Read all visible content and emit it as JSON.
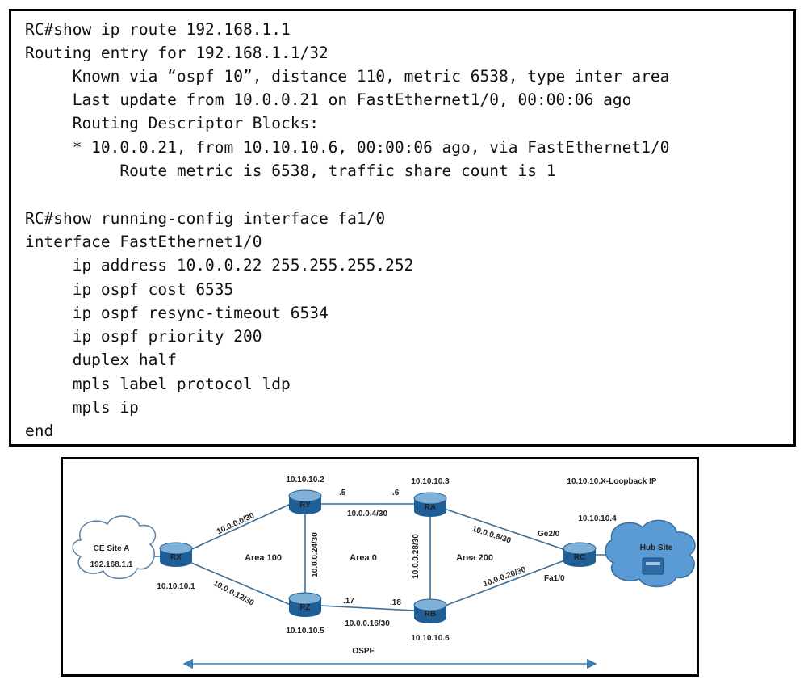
{
  "cli": {
    "lines": [
      "RC#show ip route 192.168.1.1",
      "Routing entry for 192.168.1.1/32",
      "     Known via “ospf 10”, distance 110, metric 6538, type inter area",
      "     Last update from 10.0.0.21 on FastEthernet1/0, 00:00:06 ago",
      "     Routing Descriptor Blocks:",
      "     * 10.0.0.21, from 10.10.10.6, 00:00:06 ago, via FastEthernet1/0",
      "          Route metric is 6538, traffic share count is 1",
      "",
      "RC#show running-config interface fa1/0",
      "interface FastEthernet1/0",
      "     ip address 10.0.0.22 255.255.255.252",
      "     ip ospf cost 6535",
      "     ip ospf resync-timeout 6534",
      "     ip ospf priority 200",
      "     duplex half",
      "     mpls label protocol ldp",
      "     mpls ip",
      "end"
    ]
  },
  "diagram": {
    "legend_title": "10.10.10.X-Loopback IP",
    "ce_site": {
      "name": "CE Site A",
      "address": "192.168.1.1"
    },
    "hub_site": {
      "name": "Hub Site"
    },
    "routers": {
      "rx": {
        "name": "RX",
        "loopback": "10.10.10.1"
      },
      "ry": {
        "name": "RY",
        "loopback": "10.10.10.2"
      },
      "rz": {
        "name": "RZ",
        "loopback": "10.10.10.5"
      },
      "ra": {
        "name": "RA",
        "loopback": "10.10.10.3"
      },
      "rb": {
        "name": "RB",
        "loopback": "10.10.10.6"
      },
      "rc": {
        "name": "RC",
        "loopback": "10.10.10.4"
      }
    },
    "links": {
      "rx_ry": "10.0.0.0/30",
      "rx_rz": "10.0.0.12/30",
      "ry_rz": "10.0.0.24/30",
      "ry_ra": "10.0.0.4/30",
      "rz_rb": "10.0.0.16/30",
      "ra_rb": "10.0.0.28/30",
      "ra_rc": "10.0.0.8/30",
      "rb_rc": "10.0.0.20/30"
    },
    "host_octets": {
      "ry_side": ".5",
      "ra_side": ".6",
      "rz_side": ".17",
      "rb_side": ".18"
    },
    "interfaces": {
      "rc_top": "Ge2/0",
      "rc_bottom": "Fa1/0"
    },
    "areas": {
      "area100": "Area 100",
      "area0": "Area 0",
      "area200": "Area 200"
    },
    "protocol": "OSPF",
    "colors": {
      "router_body": "#1f5f95",
      "router_top": "#7fb0d8",
      "link": "#3a6f9a",
      "cloud_hub": "#5b9bd5"
    }
  }
}
